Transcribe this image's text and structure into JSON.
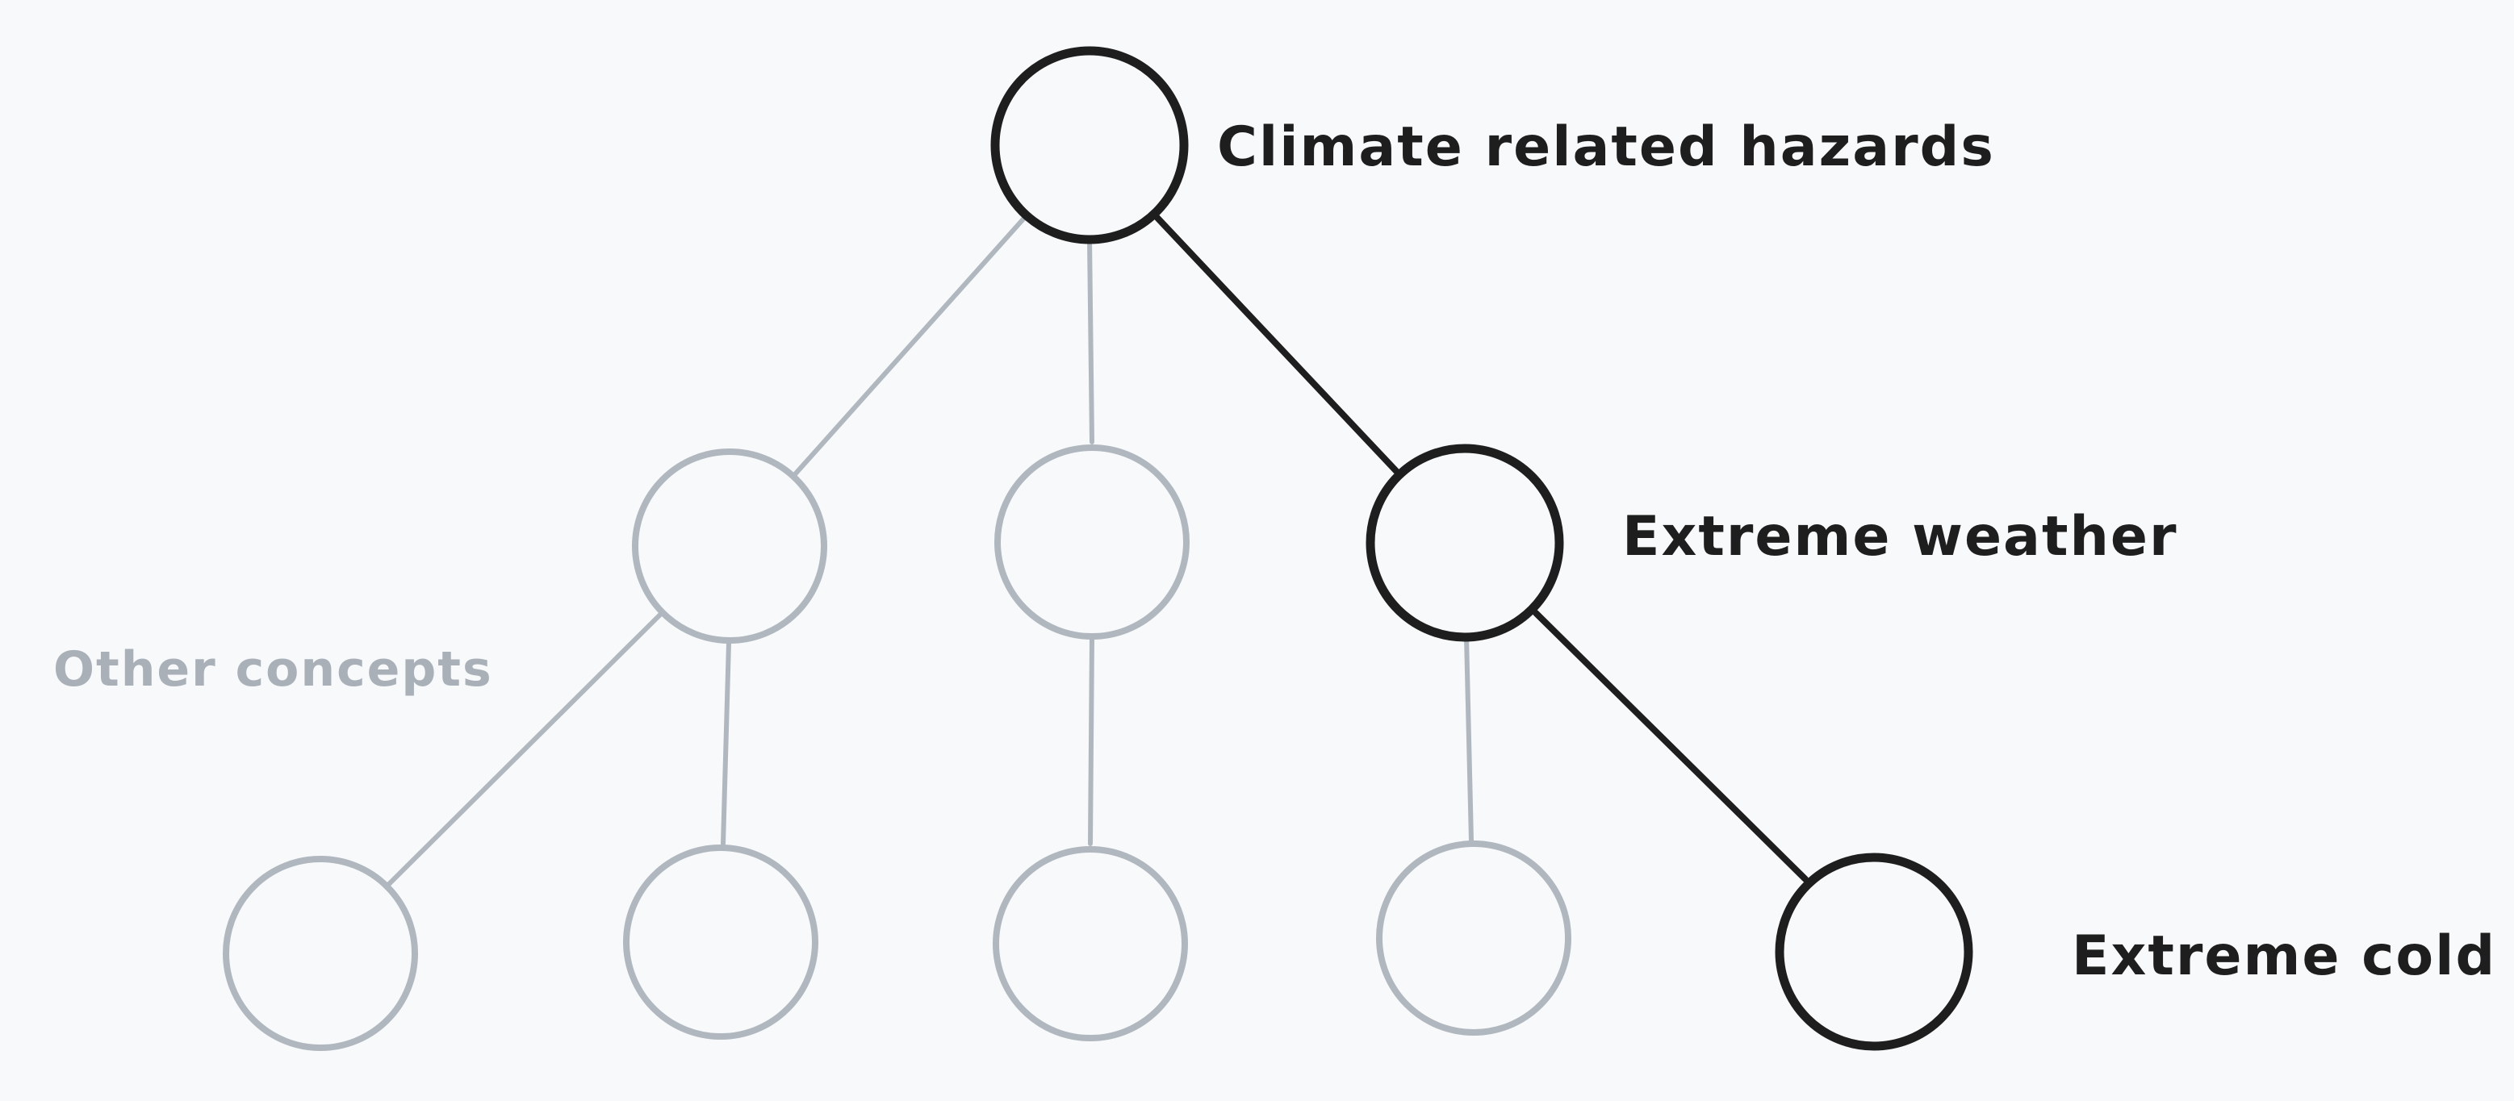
{
  "diagram": {
    "type": "tree",
    "colors": {
      "background": "#f7f9fb",
      "highlighted": "#1e1e1e",
      "muted": "#b0b7bf",
      "muted_text": "#a9b0b8"
    },
    "labels": {
      "root": "Climate related hazards",
      "level1": "Extreme weather",
      "level2": "Extreme cold",
      "other": "Other concepts"
    },
    "highlighted_path": [
      "Climate related hazards",
      "Extreme weather",
      "Extreme cold"
    ]
  }
}
